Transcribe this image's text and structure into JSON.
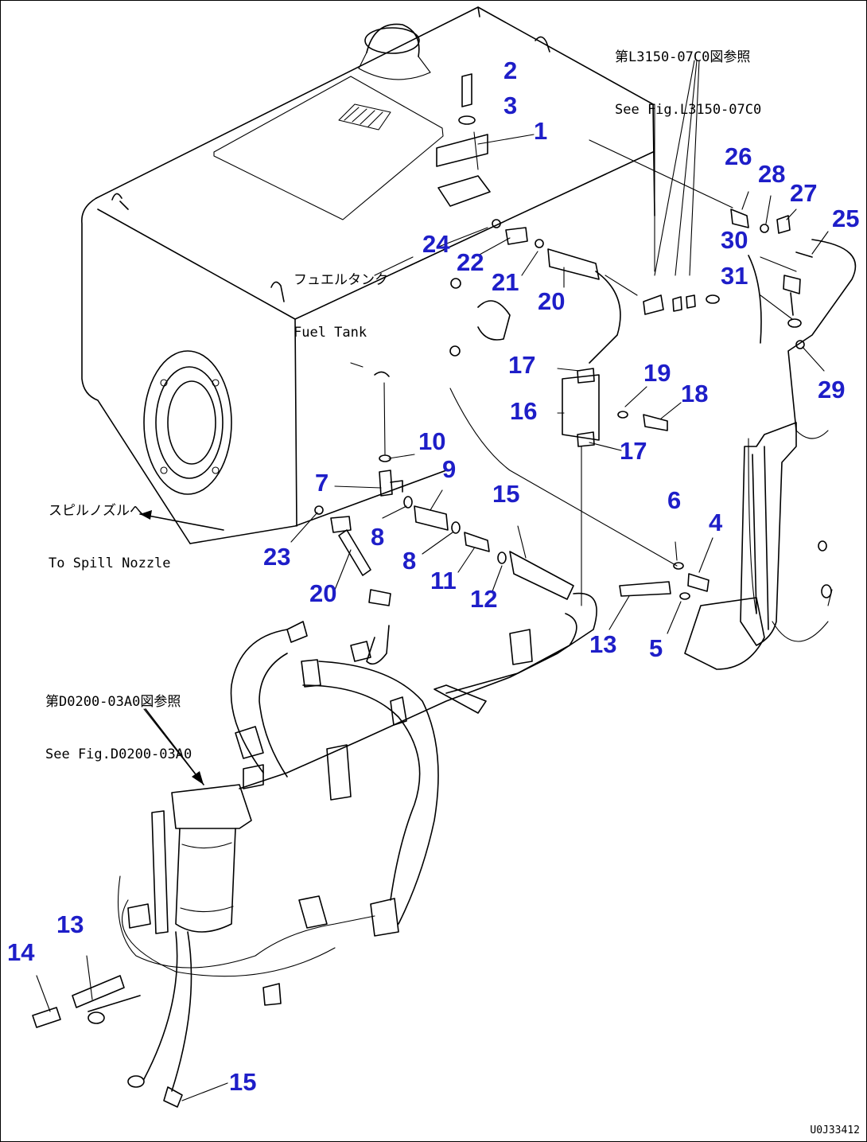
{
  "colors": {
    "callout": "#1e1ec8",
    "line": "#000000",
    "background": "#ffffff"
  },
  "notes": {
    "top_ref_jp": "第L3150-07C0図参照",
    "top_ref_en": "See Fig.L3150-07C0",
    "fuel_tank_jp": "フュエルタンク",
    "fuel_tank_en": "Fuel Tank",
    "spill_jp": "スピルノズルへ",
    "spill_en": "To Spill Nozzle",
    "filter_ref_jp": "第D0200-03A0図参照",
    "filter_ref_en": "See Fig.D0200-03A0"
  },
  "drawing_code": "U0J33412",
  "callouts": [
    {
      "id": "c1",
      "label": "1"
    },
    {
      "id": "c2",
      "label": "2"
    },
    {
      "id": "c3",
      "label": "3"
    },
    {
      "id": "c4",
      "label": "4"
    },
    {
      "id": "c5",
      "label": "5"
    },
    {
      "id": "c6",
      "label": "6"
    },
    {
      "id": "c7",
      "label": "7"
    },
    {
      "id": "c8a",
      "label": "8"
    },
    {
      "id": "c8b",
      "label": "8"
    },
    {
      "id": "c9",
      "label": "9"
    },
    {
      "id": "c10",
      "label": "10"
    },
    {
      "id": "c11",
      "label": "11"
    },
    {
      "id": "c12",
      "label": "12"
    },
    {
      "id": "c13a",
      "label": "13"
    },
    {
      "id": "c13b",
      "label": "13"
    },
    {
      "id": "c14",
      "label": "14"
    },
    {
      "id": "c15a",
      "label": "15"
    },
    {
      "id": "c15b",
      "label": "15"
    },
    {
      "id": "c16",
      "label": "16"
    },
    {
      "id": "c17a",
      "label": "17"
    },
    {
      "id": "c17b",
      "label": "17"
    },
    {
      "id": "c18",
      "label": "18"
    },
    {
      "id": "c19",
      "label": "19"
    },
    {
      "id": "c20a",
      "label": "20"
    },
    {
      "id": "c20b",
      "label": "20"
    },
    {
      "id": "c21",
      "label": "21"
    },
    {
      "id": "c22",
      "label": "22"
    },
    {
      "id": "c23",
      "label": "23"
    },
    {
      "id": "c24",
      "label": "24"
    },
    {
      "id": "c25",
      "label": "25"
    },
    {
      "id": "c26",
      "label": "26"
    },
    {
      "id": "c27",
      "label": "27"
    },
    {
      "id": "c28",
      "label": "28"
    },
    {
      "id": "c29",
      "label": "29"
    },
    {
      "id": "c30",
      "label": "30"
    },
    {
      "id": "c31",
      "label": "31"
    }
  ]
}
